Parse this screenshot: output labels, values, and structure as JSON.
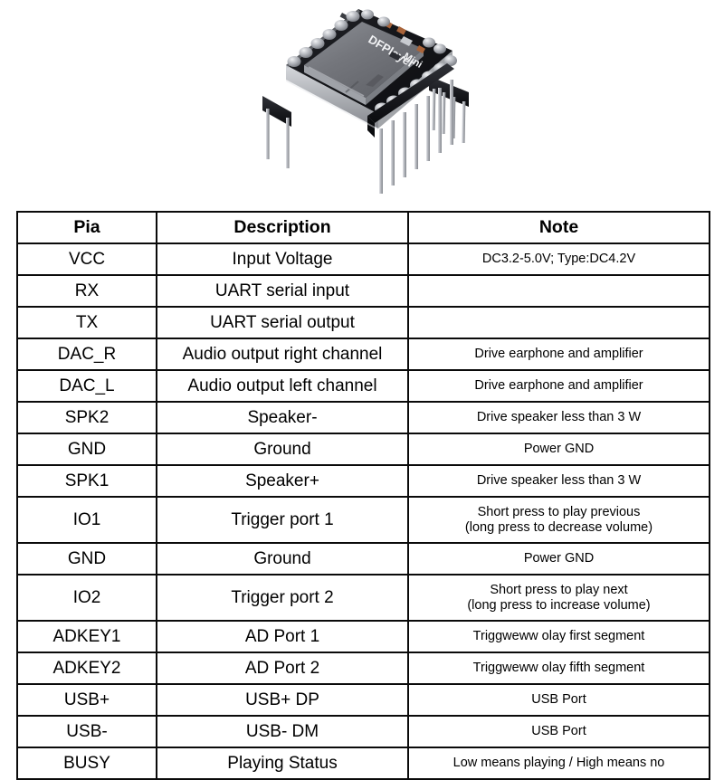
{
  "photo": {
    "alt": "DFPlayer Mini MP3 module",
    "silkscreen_line1": "DFPlayer",
    "silkscreen_line2": "Mini",
    "colors": {
      "pcb": "#15161a",
      "sd_shield": "#6f7176",
      "pin_metal": "#c9ccd1",
      "header_plastic": "#1b1c20",
      "solder": "#b9bcc2"
    }
  },
  "table": {
    "columns": [
      "Pia",
      "Description",
      "Note"
    ],
    "rows": [
      {
        "pin": "VCC",
        "description": "Input Voltage",
        "note": [
          "DC3.2-5.0V; Type:DC4.2V"
        ],
        "tall": false
      },
      {
        "pin": "RX",
        "description": "UART serial input",
        "note": [
          ""
        ],
        "tall": false
      },
      {
        "pin": "TX",
        "description": "UART serial output",
        "note": [
          ""
        ],
        "tall": false
      },
      {
        "pin": "DAC_R",
        "description": "Audio output right channel",
        "note": [
          "Drive earphone and amplifier"
        ],
        "tall": false
      },
      {
        "pin": "DAC_L",
        "description": "Audio output left channel",
        "note": [
          "Drive earphone and amplifier"
        ],
        "tall": false
      },
      {
        "pin": "SPK2",
        "description": "Speaker-",
        "note": [
          "Drive speaker less than 3 W"
        ],
        "tall": false
      },
      {
        "pin": "GND",
        "description": "Ground",
        "note": [
          "Power GND"
        ],
        "tall": false
      },
      {
        "pin": "SPK1",
        "description": "Speaker+",
        "note": [
          "Drive speaker less than 3 W"
        ],
        "tall": false
      },
      {
        "pin": "IO1",
        "description": "Trigger port 1",
        "note": [
          "Short press to play previous",
          "(long press to decrease volume)"
        ],
        "tall": true
      },
      {
        "pin": "GND",
        "description": "Ground",
        "note": [
          "Power GND"
        ],
        "tall": false
      },
      {
        "pin": "IO2",
        "description": "Trigger port 2",
        "note": [
          "Short press to play next",
          "(long press to increase volume)"
        ],
        "tall": true
      },
      {
        "pin": "ADKEY1",
        "description": "AD Port 1",
        "note": [
          "Triggweww olay first segment"
        ],
        "tall": false
      },
      {
        "pin": "ADKEY2",
        "description": "AD Port 2",
        "note": [
          "Triggweww olay fifth segment"
        ],
        "tall": false
      },
      {
        "pin": "USB+",
        "description": "USB+ DP",
        "note": [
          "USB Port"
        ],
        "tall": false
      },
      {
        "pin": "USB-",
        "description": "USB- DM",
        "note": [
          "USB Port"
        ],
        "tall": false
      },
      {
        "pin": "BUSY",
        "description": "Playing Status",
        "note": [
          "Low means playing / High means no"
        ],
        "tall": false
      }
    ]
  }
}
